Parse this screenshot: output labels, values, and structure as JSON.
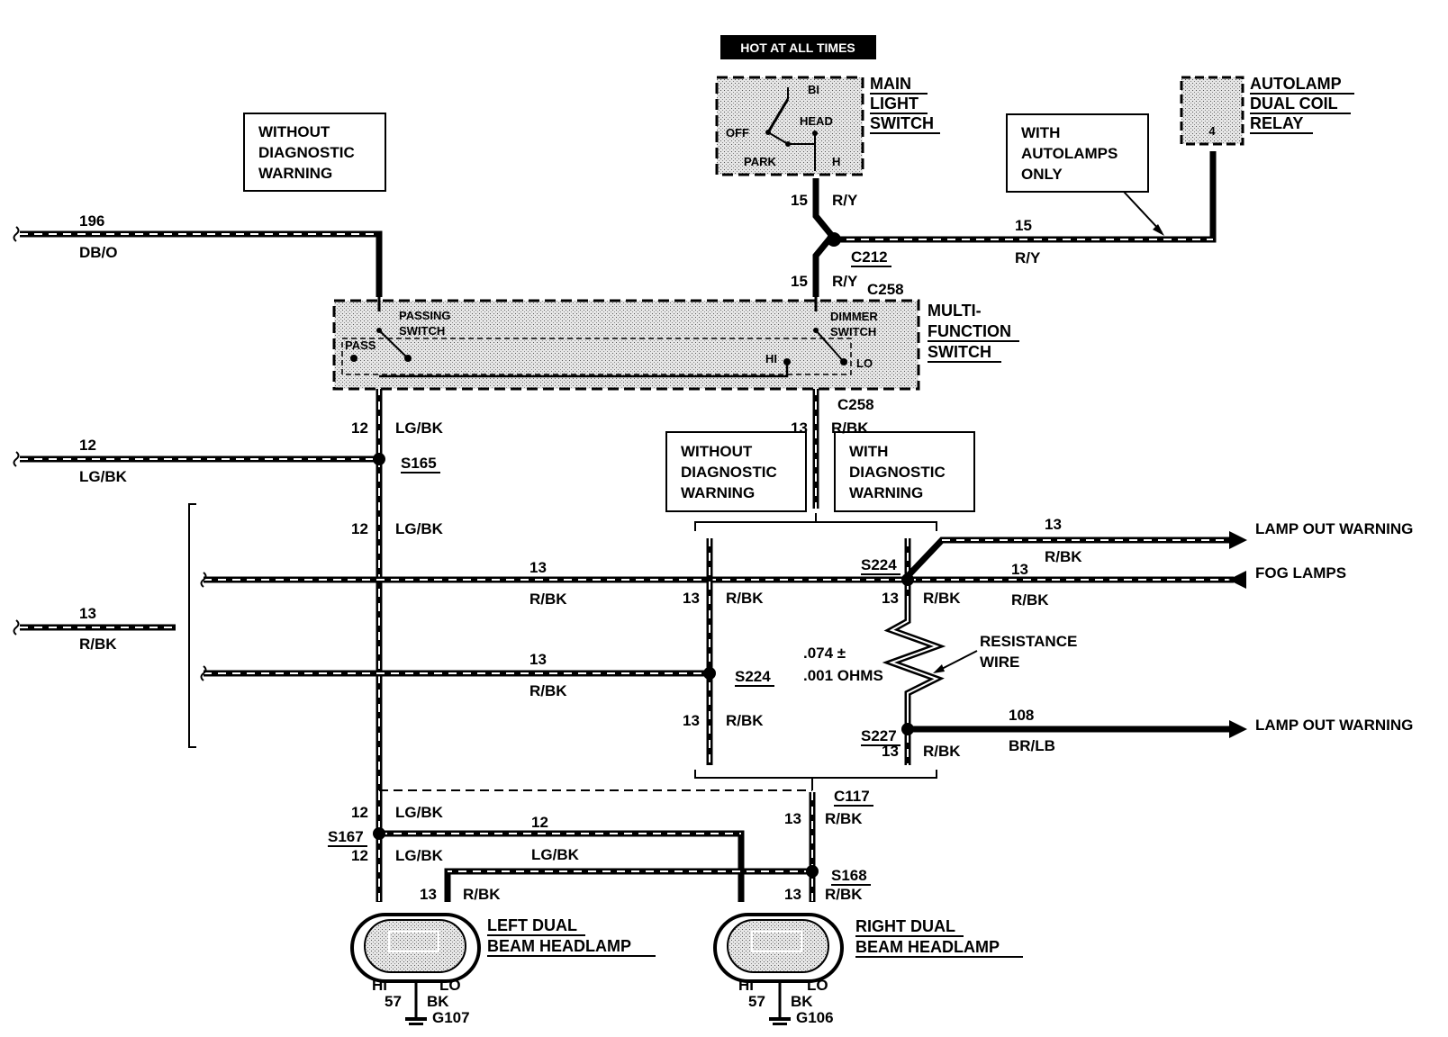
{
  "header": {
    "hot_label": "HOT AT ALL TIMES"
  },
  "components": {
    "main_light_switch": {
      "l1": "MAIN",
      "l2": "LIGHT",
      "l3": "SWITCH",
      "bi": "BI",
      "off": "OFF",
      "head": "HEAD",
      "park": "PARK",
      "h": "H"
    },
    "autolamp_relay": {
      "l1": "AUTOLAMP",
      "l2": "DUAL COIL",
      "l3": "RELAY",
      "pin": "4"
    },
    "multifunction_switch": {
      "l1": "MULTI-",
      "l2": "FUNCTION",
      "l3": "SWITCH",
      "passing1": "PASSING",
      "passing2": "SWITCH",
      "pass": "PASS",
      "dimmer1": "DIMMER",
      "dimmer2": "SWITCH",
      "hi": "HI",
      "lo": "LO"
    },
    "left_headlamp": {
      "l1": "LEFT DUAL",
      "l2": "BEAM HEADLAMP",
      "hi": "HI",
      "lo": "LO",
      "ground_circuit": "57",
      "ground_color": "BK",
      "ground": "G107"
    },
    "right_headlamp": {
      "l1": "RIGHT DUAL",
      "l2": "BEAM HEADLAMP",
      "hi": "HI",
      "lo": "LO",
      "ground_circuit": "57",
      "ground_color": "BK",
      "ground": "G106"
    },
    "resistance_wire": {
      "l1": "RESISTANCE",
      "l2": "WIRE",
      "value1": ".074 ±",
      "value2": ".001 OHMS"
    }
  },
  "notes": {
    "without_diag_top": [
      "WITHOUT",
      "DIAGNOSTIC",
      "WARNING"
    ],
    "with_autolamps": [
      "WITH",
      "AUTOLAMPS",
      "ONLY"
    ],
    "without_diag_mid": [
      "WITHOUT",
      "DIAGNOSTIC",
      "WARNING"
    ],
    "with_diag_mid": [
      "WITH",
      "DIAGNOSTIC",
      "WARNING"
    ]
  },
  "connectors": {
    "c212": "C212",
    "c258a": "C258",
    "c258b": "C258",
    "c117": "C117",
    "s165": "S165",
    "s224a": "S224",
    "s224b": "S224",
    "s227": "S227",
    "s167": "S167",
    "s168": "S168"
  },
  "circuits": {
    "c196_num": "196",
    "c196_col": "DB/O",
    "c15a_num": "15",
    "c15a_col": "R/Y",
    "c15b_num": "15",
    "c15b_col": "R/Y",
    "c15c_num": "15",
    "c15c_col": "R/Y",
    "c12_top_num": "12",
    "c12_top_col": "LG/BK",
    "c12_left_num": "12",
    "c12_left_col": "LG/BK",
    "c12_mid_num": "12",
    "c12_mid_col": "LG/BK",
    "c13_c258_num": "13",
    "c13_c258_col": "R/BK",
    "c13_lampout_num": "13",
    "c13_lampout_col": "R/BK",
    "c13_fog_num": "13",
    "c13_fog_col": "R/BK",
    "c13_s224b_num": "13",
    "c13_s224b_col": "R/BK",
    "c13_row1_num": "13",
    "c13_row1_col": "R/BK",
    "c13_vmid1_num": "13",
    "c13_vmid1_col": "R/BK",
    "c13_left_num": "13",
    "c13_left_col": "R/BK",
    "c13_row2_num": "13",
    "c13_row2_col": "R/BK",
    "c13_vmid2_num": "13",
    "c13_vmid2_col": "R/BK",
    "c13_s227_num": "13",
    "c13_s227_col": "R/BK",
    "c108_num": "108",
    "c108_col": "BR/LB",
    "c12_s167a_num": "12",
    "c12_s167a_col": "LG/BK",
    "c12_s167b_num": "12",
    "c12_s167b_col": "LG/BK",
    "c12_cross_num": "12",
    "c12_cross_col": "LG/BK",
    "c13_c117_num": "13",
    "c13_c117_col": "R/BK",
    "c13_lh_num": "13",
    "c13_lh_col": "R/BK",
    "c13_rh_num": "13",
    "c13_rh_col": "R/BK"
  },
  "destinations": {
    "lamp_out_1": "LAMP OUT WARNING",
    "fog": "FOG LAMPS",
    "lamp_out_2": "LAMP OUT WARNING"
  }
}
